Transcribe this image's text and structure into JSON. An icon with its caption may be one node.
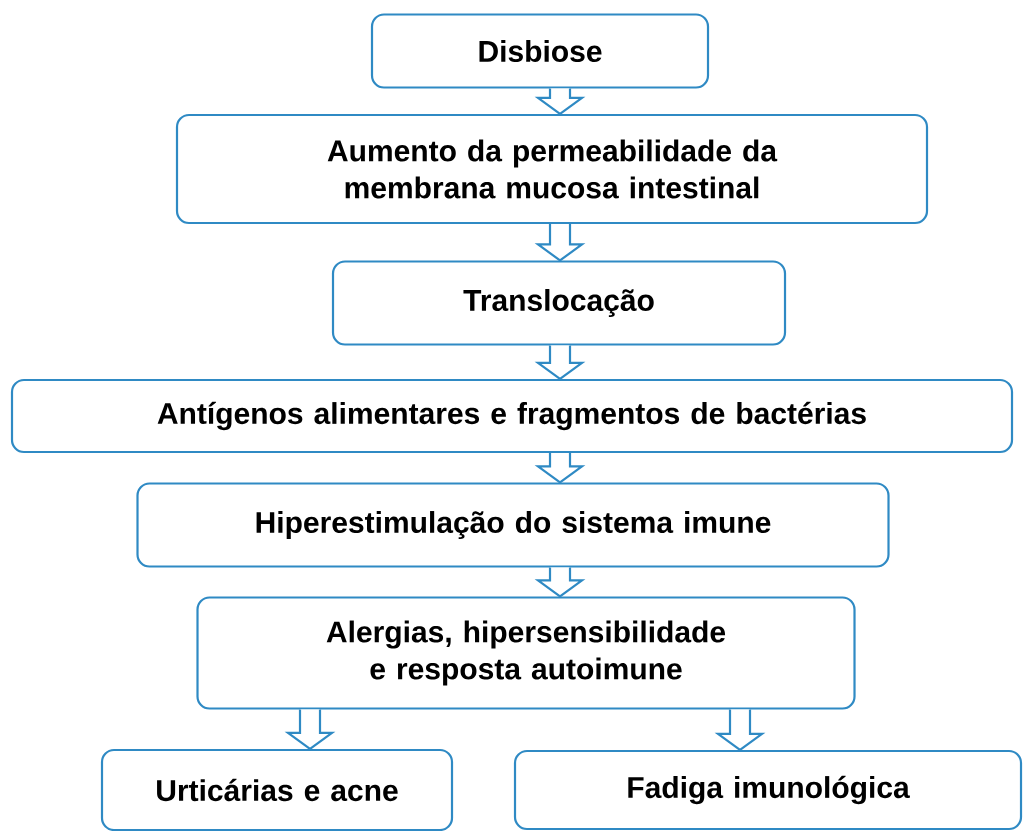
{
  "diagram": {
    "nodes": [
      {
        "text": [
          "Disbiose"
        ]
      },
      {
        "text": [
          "Aumento da permeabilidade da membrana mucosa intestinal"
        ]
      },
      {
        "text": [
          "Translocação"
        ]
      },
      {
        "text": [
          "Antígenos alimentares e fragmentos de bactérias"
        ]
      },
      {
        "text": [
          "Hiperestimulação do sistema imune"
        ]
      },
      {
        "text": [
          "Alergias, hipersensibilidade e resposta autoimune"
        ]
      },
      {
        "text": [
          "Urticárias e acne"
        ]
      },
      {
        "text": [
          "Fadiga imunológica"
        ]
      }
    ],
    "edges": [
      {
        "from": 0,
        "to": 1,
        "arrow": "to"
      },
      {
        "from": 1,
        "to": 2,
        "arrow": "to"
      },
      {
        "from": 2,
        "to": 3,
        "arrow": "to"
      },
      {
        "from": 3,
        "to": 4,
        "arrow": "to"
      },
      {
        "from": 4,
        "to": 5,
        "arrow": "to"
      },
      {
        "from": 5,
        "to": 6,
        "arrow": "to"
      },
      {
        "from": 5,
        "to": 7,
        "arrow": "to"
      }
    ]
  }
}
